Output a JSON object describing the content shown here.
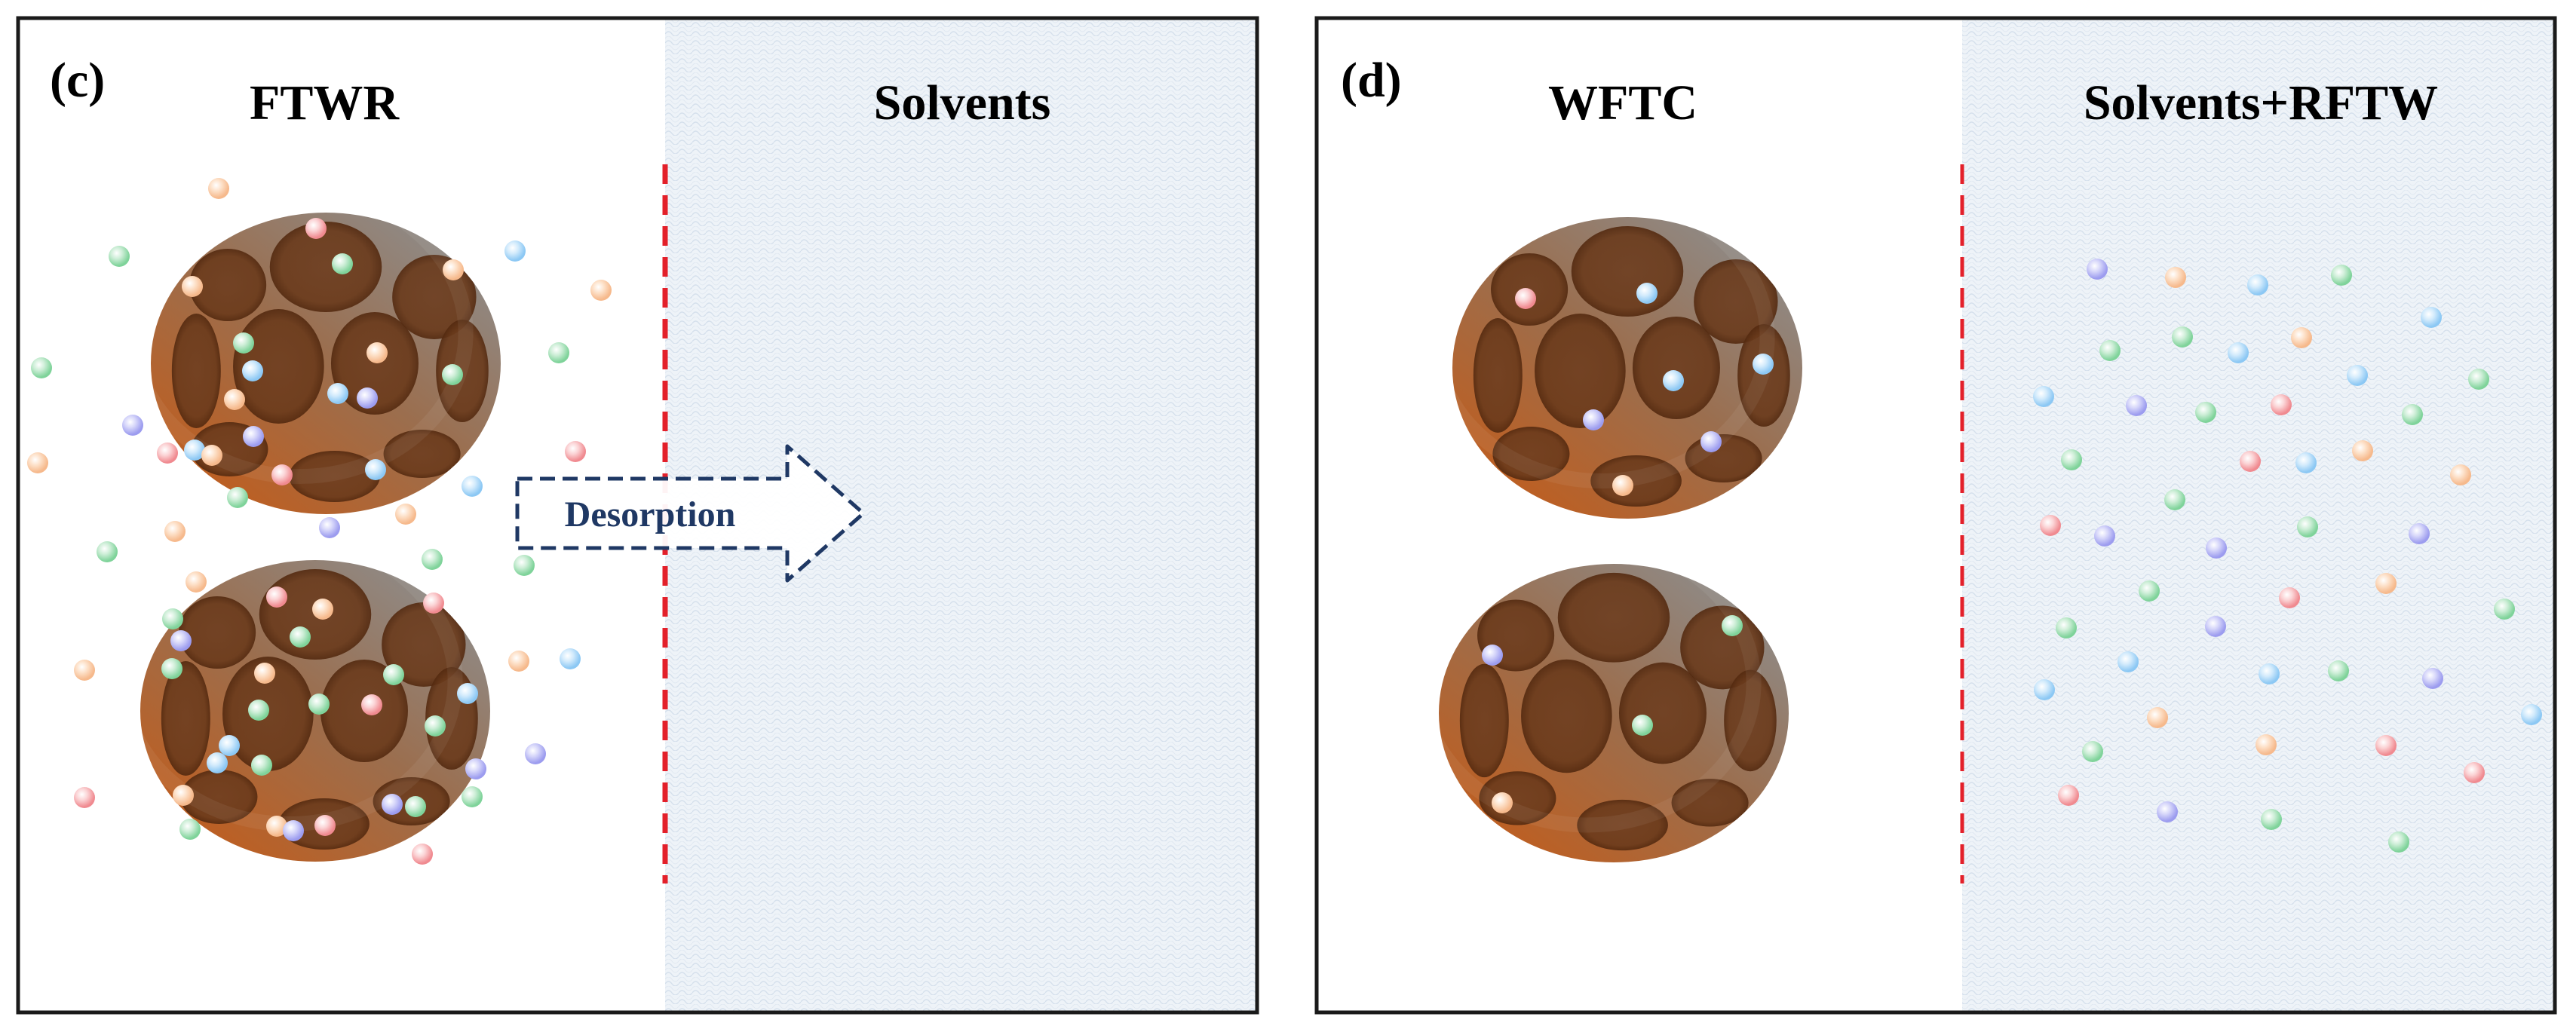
{
  "panels": {
    "c": {
      "tag": "(c)",
      "left_title": "FTWR",
      "right_title": "Solvents",
      "arrow_label": "Desorption"
    },
    "d": {
      "tag": "(d)",
      "left_title": "WFTC",
      "right_title": "Solvents+RFTW"
    }
  },
  "colors": {
    "frame": "#1a1a1a",
    "divider": "#e3202a",
    "solvent_fill": "#eef3f8",
    "solvent_hatch": "#d5e0ec",
    "arrow": "#1f3864",
    "sphere_light": "#8f8a86",
    "sphere_dark": "#c25d1c",
    "pore": "#6b3a1c",
    "molecule_palette": {
      "red": "#f08a90",
      "orange": "#f6b98c",
      "green": "#7fd39a",
      "blue": "#8cc8f4",
      "violet": "#9c9cef"
    }
  }
}
